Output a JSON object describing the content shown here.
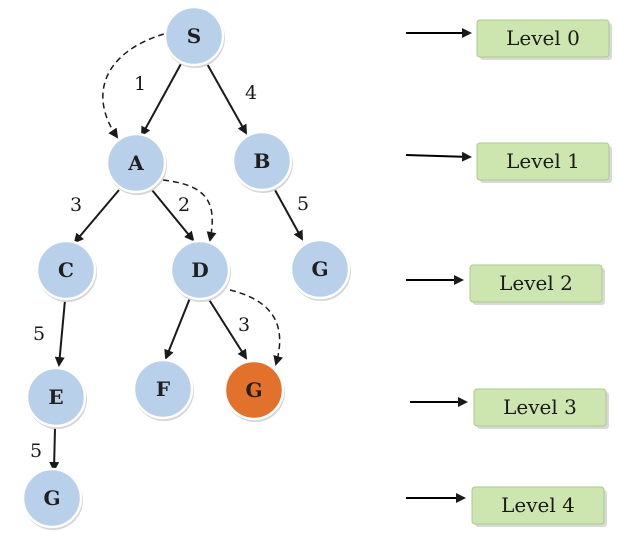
{
  "nodes": {
    "s": "S",
    "a": "A",
    "b": "B",
    "c": "C",
    "d": "D",
    "g_b": "G",
    "e": "E",
    "f": "F",
    "g_d": "G",
    "g_e": "G"
  },
  "edge_costs": {
    "s_a": "1",
    "s_b": "4",
    "a_c": "3",
    "a_d": "2",
    "b_g": "5",
    "c_e": "5",
    "d_g": "3",
    "e_g": "5"
  },
  "levels": [
    "Level 0",
    "Level 1",
    "Level 2",
    "Level 3",
    "Level 4"
  ],
  "colors": {
    "node_fill": "#b9d0ea",
    "goal_found_fill": "#e2712c",
    "level_box_fill": "#cde6b0"
  }
}
